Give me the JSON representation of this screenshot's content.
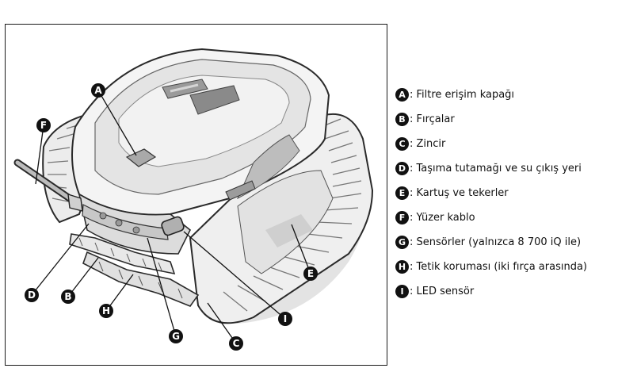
{
  "legend": [
    {
      "letter": "A",
      "text": ": Filtre erişim kapağı"
    },
    {
      "letter": "B",
      "text": ": Fırçalar"
    },
    {
      "letter": "C",
      "text": ": Zincir"
    },
    {
      "letter": "D",
      "text": ": Taşıma tutamağı ve su çıkış yeri"
    },
    {
      "letter": "E",
      "text": ": Kartuş ve tekerler"
    },
    {
      "letter": "F",
      "text": ": Yüzer kablo"
    },
    {
      "letter": "G",
      "text": ": Sensörler (yalnızca 8 700 iQ ile)"
    },
    {
      "letter": "H",
      "text": ": Tetik koruması (iki fırça arasında)"
    },
    {
      "letter": "I",
      "text": ": LED sensör"
    }
  ],
  "callouts": [
    "A",
    "F",
    "D",
    "B",
    "H",
    "G",
    "C",
    "E",
    "I"
  ]
}
